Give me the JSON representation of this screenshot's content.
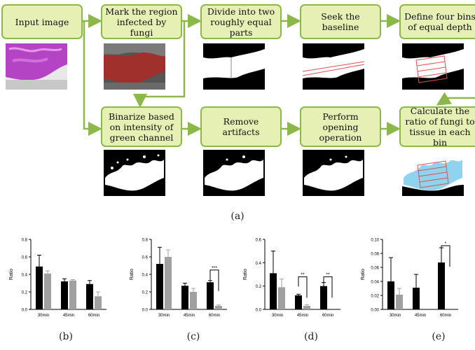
{
  "flowchart": {
    "steps": [
      {
        "id": "input",
        "label": "Input image"
      },
      {
        "id": "mark",
        "label": "Mark the region infected by fungi"
      },
      {
        "id": "divide",
        "label": "Divide into two roughly equal parts"
      },
      {
        "id": "baseline",
        "label": "Seek the baseline"
      },
      {
        "id": "bins",
        "label": "Define four bins of equal depth"
      },
      {
        "id": "binarize",
        "label": "Binarize based on intensity of green channel"
      },
      {
        "id": "artifacts",
        "label": "Remove artifacts"
      },
      {
        "id": "opening",
        "label": "Perform opening operation"
      },
      {
        "id": "ratio",
        "label": "Calculate the ratio of fungi to tissue in each bin"
      }
    ],
    "caption": "(a)",
    "colors": {
      "box_fill": "#e6f0b4",
      "box_border": "#8cb84a",
      "arrow": "#8cb84a"
    }
  },
  "chart_data": [
    {
      "type": "bar",
      "caption": "(b)",
      "ylabel": "Ratio",
      "categories": [
        "30min",
        "45min",
        "60min"
      ],
      "ylim": [
        0,
        0.8
      ],
      "yticks": [
        "0.0",
        "0.2",
        "0.4",
        "0.6",
        "0.8"
      ],
      "series": [
        {
          "color": "#000000",
          "values": [
            0.49,
            0.32,
            0.29
          ],
          "errors": [
            0.13,
            0.03,
            0.04
          ]
        },
        {
          "color": "#a0a0a0",
          "values": [
            0.41,
            0.33,
            0.15
          ],
          "errors": [
            0.03,
            0.01,
            0.05
          ]
        }
      ],
      "significance": []
    },
    {
      "type": "bar",
      "caption": "(c)",
      "ylabel": "Ratio",
      "categories": [
        "30min",
        "45min",
        "60min"
      ],
      "ylim": [
        0,
        0.8
      ],
      "yticks": [
        "0.0",
        "0.2",
        "0.4",
        "0.6",
        "0.8"
      ],
      "series": [
        {
          "color": "#000000",
          "values": [
            0.52,
            0.27,
            0.31
          ],
          "errors": [
            0.19,
            0.03,
            0.02
          ]
        },
        {
          "color": "#a0a0a0",
          "values": [
            0.6,
            0.2,
            0.04
          ],
          "errors": [
            0.08,
            0.04,
            0.01
          ]
        }
      ],
      "significance": [
        {
          "category": 2,
          "label": "***",
          "y": 0.45
        }
      ]
    },
    {
      "type": "bar",
      "caption": "(d)",
      "ylabel": "Ratio",
      "categories": [
        "30min",
        "45min",
        "60min"
      ],
      "ylim": [
        0,
        0.6
      ],
      "yticks": [
        "0.0",
        "0.2",
        "0.4",
        "0.6"
      ],
      "series": [
        {
          "color": "#000000",
          "values": [
            0.31,
            0.12,
            0.2
          ],
          "errors": [
            0.19,
            0.01,
            0.03
          ]
        },
        {
          "color": "#a0a0a0",
          "values": [
            0.19,
            0.03,
            0.0
          ],
          "errors": [
            0.07,
            0.01,
            0.0
          ]
        }
      ],
      "significance": [
        {
          "category": 1,
          "label": "**",
          "y": 0.28
        },
        {
          "category": 2,
          "label": "**",
          "y": 0.28
        }
      ]
    },
    {
      "type": "bar",
      "caption": "(e)",
      "ylabel": "Ratio",
      "categories": [
        "30min",
        "45min",
        "60min"
      ],
      "ylim": [
        0,
        0.1
      ],
      "yticks": [
        "0.00",
        "0.02",
        "0.04",
        "0.06",
        "0.08",
        "0.10"
      ],
      "series": [
        {
          "color": "#000000",
          "values": [
            0.04,
            0.031,
            0.067
          ],
          "errors": [
            0.034,
            0.019,
            0.021
          ]
        },
        {
          "color": "#a0a0a0",
          "values": [
            0.021,
            0.0,
            0.0
          ],
          "errors": [
            0.009,
            0.0,
            0.0
          ]
        }
      ],
      "significance": [
        {
          "category": 2,
          "label": "*",
          "y": 0.091
        }
      ]
    }
  ]
}
